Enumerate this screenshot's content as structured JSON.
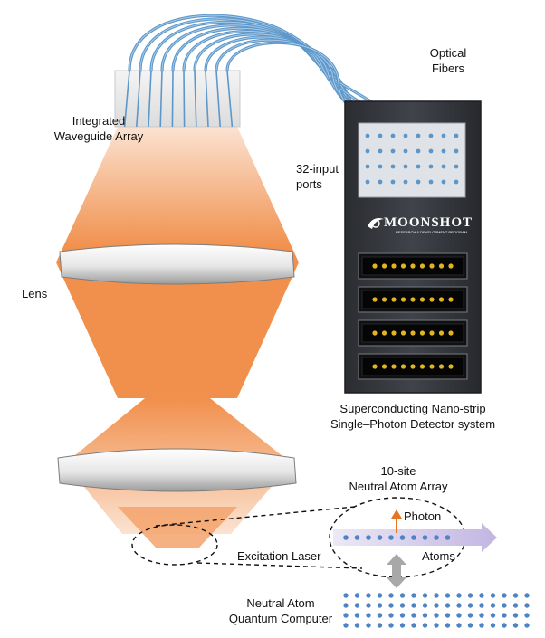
{
  "labels": {
    "waveguide": [
      "Integrated",
      "Waveguide Array"
    ],
    "fibers": [
      "Optical",
      "Fibers"
    ],
    "ports": [
      "32-input",
      "ports"
    ],
    "lens": "Lens",
    "detector": [
      "Superconducting Nano-strip",
      "Single–Photon Detector system"
    ],
    "atom_array": [
      "10-site",
      "Neutral Atom Array"
    ],
    "photon": "Photon",
    "atoms": "Atoms",
    "laser": "Excitation Laser",
    "computer": [
      "Neutral Atom",
      "Quantum Computer"
    ]
  },
  "logo": {
    "name": "MOONSHOT",
    "tagline": "RESEARCH & DEVELOPMENT PROGRAM"
  },
  "counts": {
    "fibers": 10,
    "port_rows": 4,
    "port_cols": 8,
    "detector_modules": 4,
    "pins_per_module": 9,
    "array_sites": 10
  },
  "colors": {
    "fiber": "#5d97c9",
    "beam": "#f08a43",
    "arrow_laser": "#c9bfe4",
    "atom": "#4f84c4",
    "photon_arrow": "#e8741f",
    "box": "#33363b",
    "pin": "#e0b520"
  }
}
